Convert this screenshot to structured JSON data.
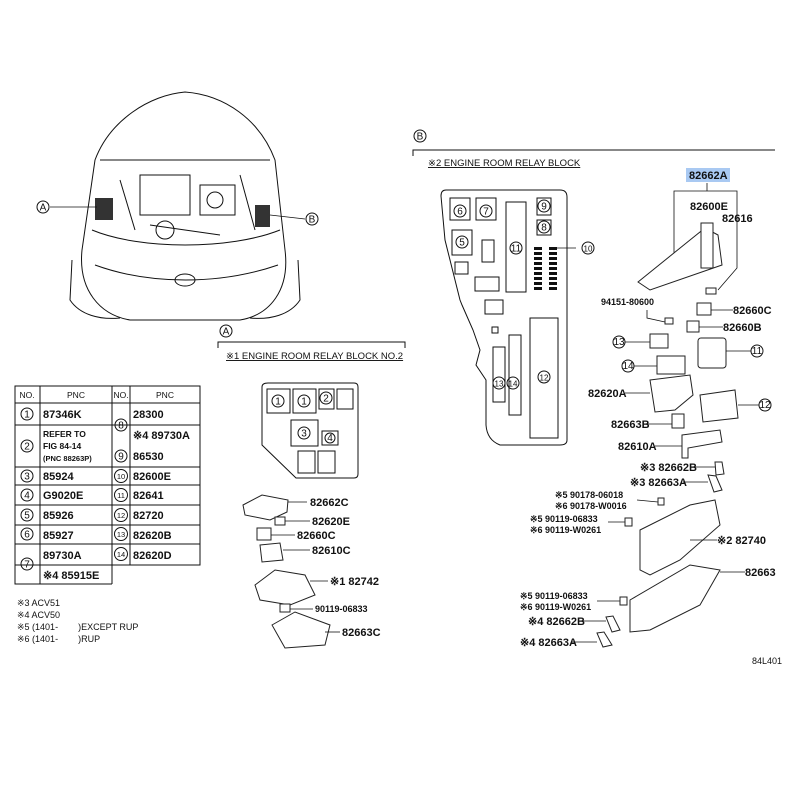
{
  "callouts": {
    "A": "A",
    "B": "B"
  },
  "section_a": {
    "title": "※1 ENGINE ROOM RELAY BLOCK NO.2",
    "block_slots": [
      "1",
      "1",
      "2",
      "3",
      "4"
    ],
    "parts": [
      "82662C",
      "82620E",
      "82660C",
      "82610C",
      "※1 82742",
      "90119-06833",
      "82663C"
    ]
  },
  "section_b": {
    "title": "※2 ENGINE ROOM RELAY BLOCK",
    "block_slots": [
      "6",
      "7",
      "5",
      "11",
      "9",
      "8",
      "10",
      "13",
      "14",
      "12"
    ],
    "highlighted_part": "82662A",
    "parts_upper": [
      "82600E",
      "82616",
      "94151-80600",
      "82660C",
      "82660B",
      "13",
      "14",
      "11",
      "82620A",
      "12",
      "82663B",
      "82610A"
    ],
    "parts_lower": [
      "※3 82662B",
      "※3 82663A",
      "※5 90178-06018",
      "※6 90178-W0016",
      "※5 90119-06833",
      "※6 90119-W0261",
      "※2 82740",
      "82663",
      "※5 90119-06833",
      "※6 90119-W0261",
      "※4 82662B",
      "※4 82663A"
    ],
    "figure_code": "84L401"
  },
  "table": {
    "headers": [
      "NO.",
      "PNC",
      "NO.",
      "PNC"
    ],
    "left": [
      {
        "no": "1",
        "pnc": [
          "87346K"
        ]
      },
      {
        "no": "2",
        "pnc": [
          "REFER TO",
          "FIG 84-14",
          "(PNC 88263P)"
        ]
      },
      {
        "no": "3",
        "pnc": [
          "85924"
        ]
      },
      {
        "no": "4",
        "pnc": [
          "G9020E"
        ]
      },
      {
        "no": "5",
        "pnc": [
          "85926"
        ]
      },
      {
        "no": "6",
        "pnc": [
          "85927"
        ]
      },
      {
        "no": "7",
        "pnc": [
          "89730A",
          "※4 85915E"
        ]
      }
    ],
    "right": [
      {
        "no": "8",
        "pnc": [
          "28300",
          "※4 89730A"
        ]
      },
      {
        "no": "9",
        "pnc": [
          "86530"
        ]
      },
      {
        "no": "10",
        "pnc": [
          "82600E"
        ]
      },
      {
        "no": "11",
        "pnc": [
          "82641"
        ]
      },
      {
        "no": "12",
        "pnc": [
          "82720"
        ]
      },
      {
        "no": "13",
        "pnc": [
          "82620B"
        ]
      },
      {
        "no": "14",
        "pnc": [
          "82620D"
        ]
      }
    ]
  },
  "footnotes": [
    "※3 ACV51",
    "※4 ACV50",
    "※5 (1401-        )EXCEPT RUP",
    "※6 (1401-        )RUP"
  ],
  "colors": {
    "highlight": "#a9c9f2",
    "line": "#111111"
  }
}
